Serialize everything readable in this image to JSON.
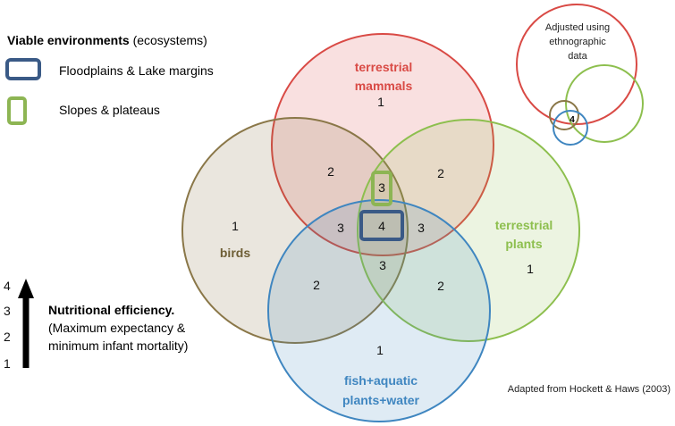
{
  "legend": {
    "title_bold": "Viable environments",
    "title_rest": " (ecosystems)",
    "items": [
      {
        "label": "Floodplains & Lake margins",
        "color": "#3a5a86"
      },
      {
        "label": "Slopes & plateaus",
        "color": "#8db553"
      }
    ]
  },
  "scale": {
    "ticks": [
      "4",
      "3",
      "2",
      "1"
    ],
    "title": "Nutritional efficiency.",
    "line1": "(Maximum expectancy &",
    "line2": "minimum infant mortality)"
  },
  "sets": {
    "mammals": {
      "line1": "terrestrial",
      "line2": "mammals",
      "color": "#d94a45"
    },
    "plants": {
      "line1": "terrestrial",
      "line2": "plants",
      "color": "#8dbf4e"
    },
    "birds": {
      "line1": "birds",
      "color": "#6e5e35"
    },
    "fish": {
      "line1": "fish+aquatic",
      "line2": "plants+water",
      "color": "#3f86c0"
    }
  },
  "region_values": {
    "mammals_only": "1",
    "birds_only": "1",
    "plants_only": "1",
    "fish_only": "1",
    "birds_mammals": "2",
    "mammals_plants": "2",
    "birds_fish": "2",
    "plants_fish": "2",
    "triple_top": "3",
    "triple_left": "3",
    "triple_right": "3",
    "triple_bottom": "3",
    "center": "4"
  },
  "inset": {
    "line1": "Adjusted using",
    "line2": "ethnographic",
    "line3": "data",
    "center": "4"
  },
  "source": "Adapted from Hockett & Haws (2003)"
}
